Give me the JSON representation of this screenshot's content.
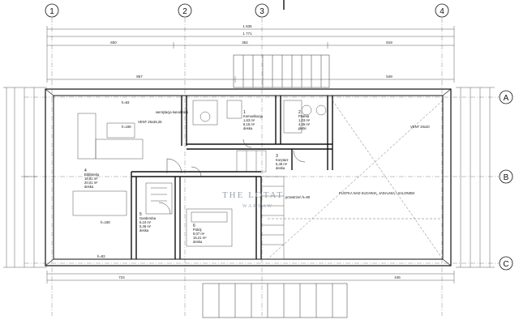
{
  "grid_axes": {
    "columns": [
      "1",
      "2",
      "3",
      "4"
    ],
    "rows": [
      "A",
      "B",
      "C"
    ]
  },
  "dimensions_top": {
    "overall_1": "1 835",
    "overall_2": "1 771",
    "seg_a": "600",
    "seg_b": "352",
    "seg_c": "819",
    "seg_d": "857",
    "seg_e": "549"
  },
  "dimensions_bottom": {
    "seg_a": "724",
    "seg_b": "445"
  },
  "rooms": [
    {
      "number": "4",
      "name": "Biblioteka",
      "area1": "18,81 m²",
      "area2": "20,01 m²",
      "floor": "deska",
      "height": "h=190"
    },
    {
      "number": "1",
      "name": "Komunikacja",
      "area1": "1,63 m²",
      "area2": "8,16 m²",
      "floor": "deska"
    },
    {
      "number": "2",
      "name": "Pralnia",
      "area1": "1,03 m²",
      "area2": "4,45 m²",
      "floor": "płytki"
    },
    {
      "number": "3",
      "name": "Korytarz",
      "area1": "5,46 m²",
      "floor": "deska"
    },
    {
      "number": "5",
      "name": "Garderoba",
      "area1": "5,10 m²",
      "area2": "5,36 m²",
      "floor": "deska"
    },
    {
      "number": "6",
      "name": "Pokój",
      "area1": "8,07 m²",
      "area2": "15,21 m²",
      "floor": "deska"
    }
  ],
  "annotations": {
    "void": "PUSTKA NAD KUCHNIĄ, JADALNIĄ I SALONEM",
    "vent_1": "wentylacja kanalizacji",
    "vent_2": "VENT 25x36,25",
    "vent_3": "VENT 20x20",
    "h_top": "h=83",
    "h_bottom": "h=83",
    "h_mid": "h=190",
    "stairs": "przestrzeń h=90"
  },
  "watermark": {
    "line1": "THE LOTAT",
    "line2": "WARSAW"
  }
}
